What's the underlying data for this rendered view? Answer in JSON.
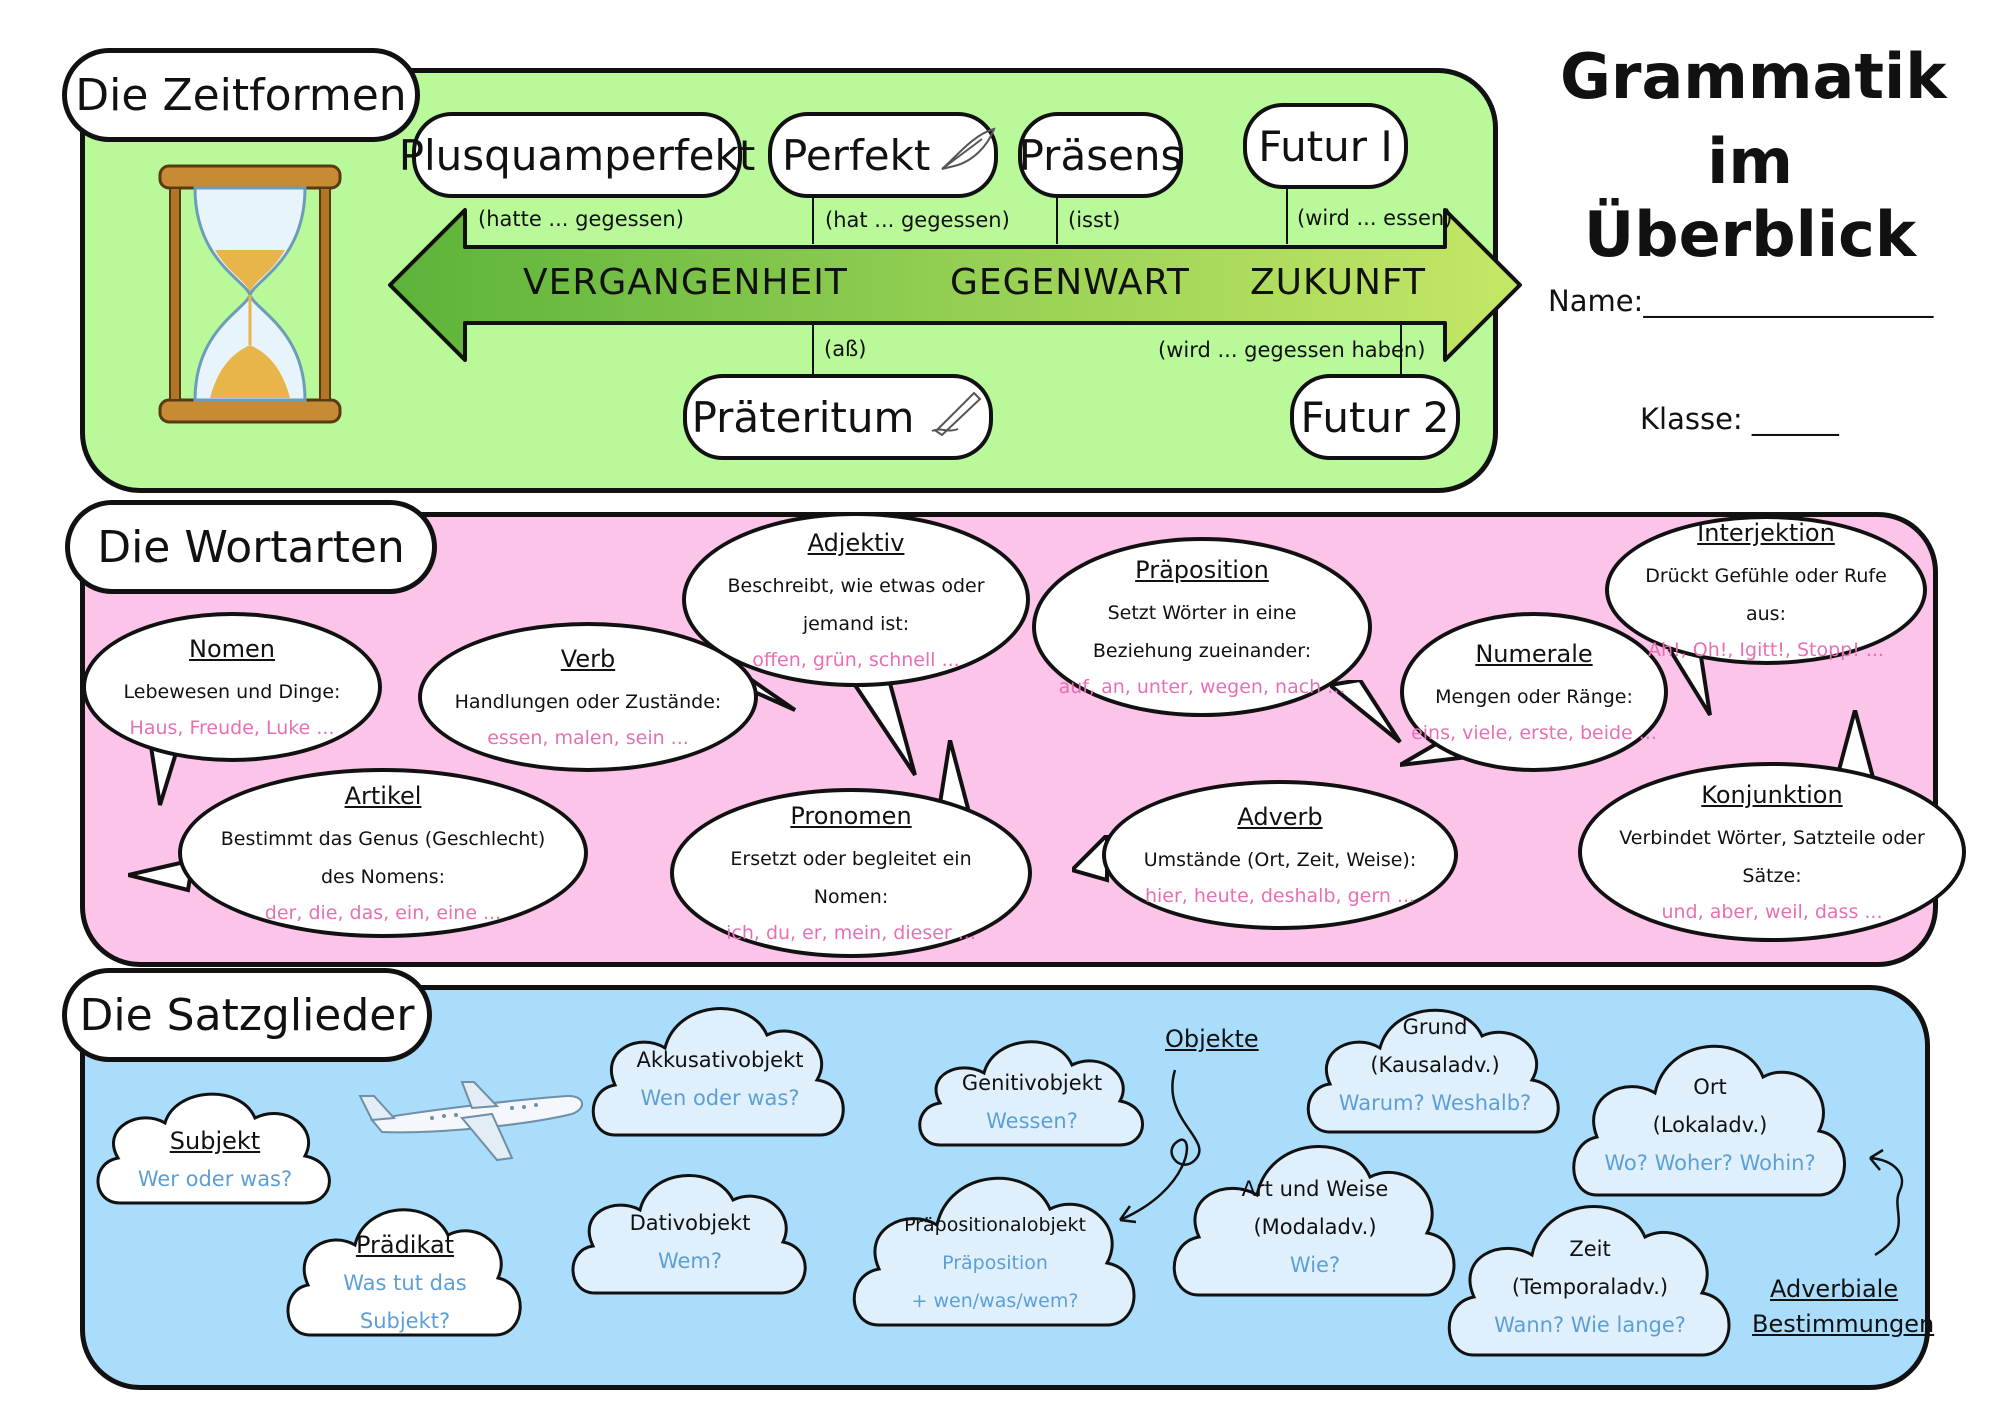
{
  "header": {
    "title_line1": "Grammatik",
    "title_line2": "im Überblick",
    "name_label": "Name:____________________",
    "class_label": "Klasse: ______"
  },
  "colors": {
    "zeitformen_bg": "#b9f99a",
    "wortarten_bg": "#fcc4e8",
    "satzglieder_bg": "#a9ddfb",
    "example_pink": "#e86fb4",
    "question_blue": "#5b9fd6"
  },
  "zeitformen": {
    "title": "Die Zeitformen",
    "tenses_top": [
      {
        "name": "Plusquamperfekt",
        "note": "(hatte ... gegessen)"
      },
      {
        "name": "Perfekt",
        "note": "(hat ... gegessen)"
      },
      {
        "name": "Präsens",
        "note": "(isst)"
      },
      {
        "name": "Futur I",
        "note": "(wird ... essen)"
      }
    ],
    "tenses_bottom": [
      {
        "name": "Präteritum",
        "note": "(aß)"
      },
      {
        "name": "Futur 2",
        "note": "(wird ... gegessen haben)"
      }
    ],
    "arrow_labels": {
      "past": "VERGANGENHEIT",
      "present": "GEGENWART",
      "future": "ZUKUNFT"
    },
    "icons": [
      "hourglass-icon",
      "feather-icon",
      "quill-icon"
    ]
  },
  "wortarten": {
    "title": "Die Wortarten",
    "items": [
      {
        "title": "Nomen",
        "desc": "Lebewesen und Dinge:",
        "example": "Haus, Freude, Luke ..."
      },
      {
        "title": "Verb",
        "desc": "Handlungen oder Zustände:",
        "example": "essen, malen, sein ..."
      },
      {
        "title": "Adjektiv",
        "desc": "Beschreibt, wie etwas oder jemand ist:",
        "example": "offen, grün, schnell ..."
      },
      {
        "title": "Präposition",
        "desc": "Setzt Wörter in eine Beziehung zueinander:",
        "example": "auf, an, unter, wegen, nach ..."
      },
      {
        "title": "Numerale",
        "desc": "Mengen oder Ränge:",
        "example": "eins, viele, erste, beide ..."
      },
      {
        "title": "Interjektion",
        "desc": "Drückt Gefühle oder Rufe aus:",
        "example": "Ah!, Oh!, Igitt!, Stopp! ..."
      },
      {
        "title": "Artikel",
        "desc": "Bestimmt das Genus (Geschlecht) des Nomens:",
        "example": "der, die, das, ein, eine ..."
      },
      {
        "title": "Pronomen",
        "desc": "Ersetzt oder begleitet ein Nomen:",
        "example": "ich, du, er, mein, dieser ..."
      },
      {
        "title": "Adverb",
        "desc": "Umstände (Ort, Zeit, Weise):",
        "example": "hier, heute, deshalb, gern ..."
      },
      {
        "title": "Konjunktion",
        "desc": "Verbindet Wörter, Satzteile oder Sätze:",
        "example": "und, aber, weil, dass ..."
      }
    ]
  },
  "satzglieder": {
    "title": "Die Satzglieder",
    "subjekt": {
      "title": "Subjekt",
      "question": "Wer oder was?"
    },
    "praedikat": {
      "title": "Prädikat",
      "question_l1": "Was tut das",
      "question_l2": "Subjekt?"
    },
    "objekte_label": "Objekte",
    "akkusativ": {
      "title": "Akkusativobjekt",
      "question": "Wen oder was?"
    },
    "genitiv": {
      "title": "Genitivobjekt",
      "question": "Wessen?"
    },
    "dativ": {
      "title": "Dativobjekt",
      "question": "Wem?"
    },
    "praepositional": {
      "title": "Präpositionalobjekt",
      "q1": "Präposition",
      "q2": "+ wen/was/wem?"
    },
    "grund": {
      "title": "Grund",
      "sub": "(Kausaladv.)",
      "question": "Warum? Weshalb?"
    },
    "ort": {
      "title": "Ort",
      "sub": "(Lokaladv.)",
      "question": "Wo? Woher? Wohin?"
    },
    "art": {
      "title": "Art und Weise",
      "sub": "(Modaladv.)",
      "question": "Wie?"
    },
    "zeit": {
      "title": "Zeit",
      "sub": "(Temporaladv.)",
      "question": "Wann? Wie lange?"
    },
    "adverbiale_l1": "Adverbiale",
    "adverbiale_l2": "Bestimmungen",
    "icons": [
      "airplane-icon"
    ]
  }
}
